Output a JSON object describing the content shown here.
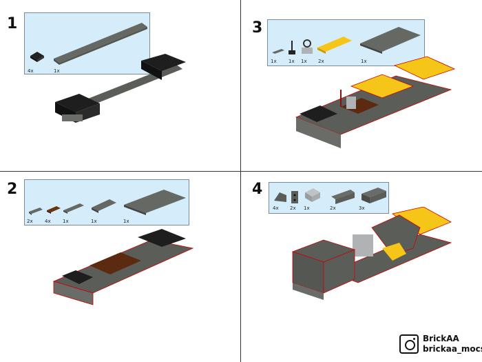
{
  "steps": [
    {
      "number": "1",
      "counts": [
        "4x",
        "1x"
      ]
    },
    {
      "number": "2",
      "counts": [
        "2x",
        "4x",
        "1x",
        "1x",
        "1x"
      ]
    },
    {
      "number": "3",
      "counts": [
        "1x",
        "1x",
        "1x",
        "2x",
        "1x"
      ]
    },
    {
      "number": "4",
      "counts": [
        "4x",
        "2x",
        "1x",
        "2x",
        "3x"
      ]
    }
  ],
  "branding": {
    "name": "BrickAA",
    "handle": "brickaa_mocs",
    "icon": "instagram-icon"
  },
  "colors": {
    "callout_bg": "#d5edfb",
    "dark_gray": "#5b5d59",
    "black": "#1e1e1e",
    "brown": "#5c2a10",
    "yellow": "#f5c518",
    "light_gray": "#a3a6a8"
  }
}
